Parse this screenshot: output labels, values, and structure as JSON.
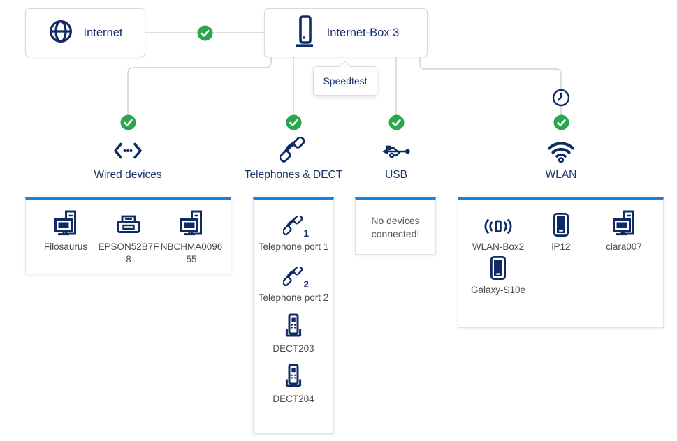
{
  "colors": {
    "navy": "#0f2b63",
    "accent_blue": "#1781e3",
    "status_green": "#2aa64d",
    "line_gray": "#c9c9c9",
    "device_text": "#4b4b4b"
  },
  "nodes": {
    "internet": {
      "label": "Internet",
      "icon": "globe-icon"
    },
    "router": {
      "label": "Internet-Box 3",
      "icon": "router-icon"
    },
    "link_status_icon": "check-icon"
  },
  "speedtest": {
    "label": "Speedtest"
  },
  "branches": [
    {
      "id": "wired",
      "label": "Wired devices",
      "icon": "ethernet-icon",
      "status_icon": "check-icon"
    },
    {
      "id": "phones",
      "label": "Telephones & DECT",
      "icon": "phone-icon",
      "status_icon": "check-icon"
    },
    {
      "id": "usb",
      "label": "USB",
      "icon": "usb-icon",
      "status_icon": "check-icon"
    },
    {
      "id": "wlan",
      "label": "WLAN",
      "icon": "wifi-icon",
      "status_icon": "check-icon",
      "extra_icon": "clock-icon"
    }
  ],
  "cards": {
    "wired": {
      "devices": [
        {
          "label": "Filosaurus",
          "icon": "desktop-icon"
        },
        {
          "label": "EPSON52B7F8",
          "icon": "printer-icon"
        },
        {
          "label": "NBCHMA009655",
          "icon": "desktop-icon"
        }
      ]
    },
    "phones": {
      "devices": [
        {
          "label": "Telephone port 1",
          "icon": "handset-icon",
          "badge": "1"
        },
        {
          "label": "Telephone port 2",
          "icon": "handset-icon",
          "badge": "2"
        },
        {
          "label": "DECT203",
          "icon": "dect-icon"
        },
        {
          "label": "DECT204",
          "icon": "dect-icon"
        }
      ]
    },
    "usb": {
      "empty_message": "No devices connected!"
    },
    "wlan": {
      "devices": [
        {
          "label": "WLAN-Box2",
          "icon": "wlan-box-icon"
        },
        {
          "label": "iP12",
          "icon": "smartphone-icon"
        },
        {
          "label": "clara007",
          "icon": "desktop-icon"
        },
        {
          "label": "Galaxy-S10e",
          "icon": "smartphone-icon"
        }
      ]
    }
  }
}
